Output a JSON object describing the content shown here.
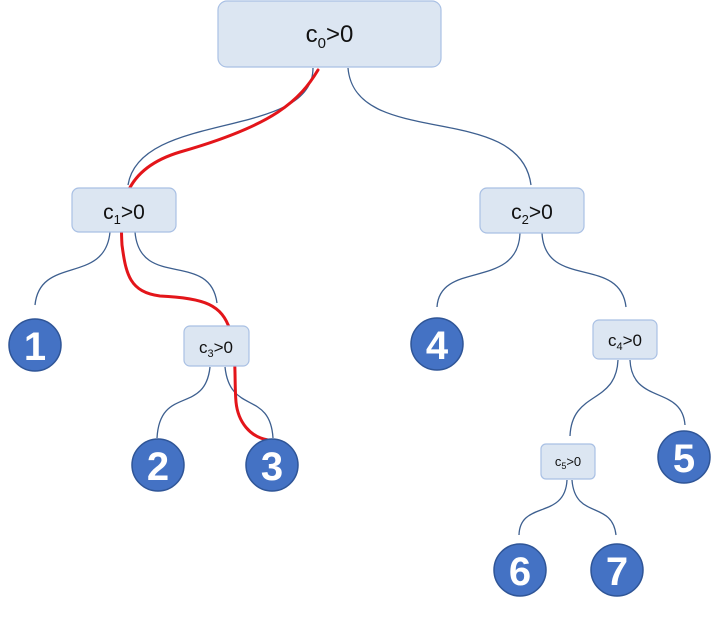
{
  "nodes": {
    "c0": {
      "var": "c",
      "sub": "0",
      "op": ">0"
    },
    "c1": {
      "var": "c",
      "sub": "1",
      "op": ">0"
    },
    "c2": {
      "var": "c",
      "sub": "2",
      "op": ">0"
    },
    "c3": {
      "var": "c",
      "sub": "3",
      "op": ">0"
    },
    "c4": {
      "var": "c",
      "sub": "4",
      "op": ">0"
    },
    "c5": {
      "var": "c",
      "sub": "5",
      "op": ">0"
    }
  },
  "leaves": {
    "l1": "1",
    "l2": "2",
    "l3": "3",
    "l4": "4",
    "l5": "5",
    "l6": "6",
    "l7": "7"
  },
  "colors": {
    "node_fill": "#dce6f2",
    "leaf_fill": "#4472c4",
    "edge": "#3d5f8f",
    "highlight_path": "#e3151a"
  }
}
